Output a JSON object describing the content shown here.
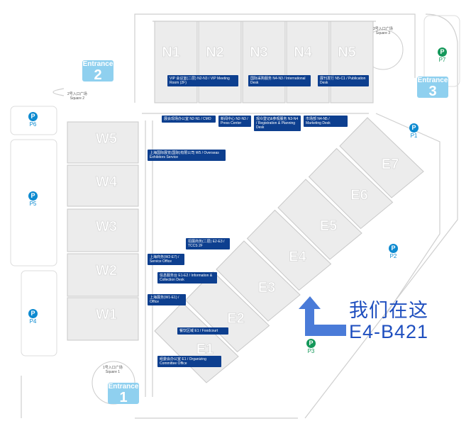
{
  "halls": {
    "north": [
      "N1",
      "N2",
      "N3",
      "N4",
      "N5"
    ],
    "west": [
      "W5",
      "W4",
      "W3",
      "W2",
      "W1"
    ],
    "east": [
      "E1",
      "E2",
      "E3",
      "E4",
      "E5",
      "E6",
      "E7"
    ]
  },
  "highlighted_hall": "E4",
  "entrances": [
    {
      "label": "Entrance",
      "number": "2"
    },
    {
      "label": "Entrance",
      "number": "3"
    },
    {
      "label": "Entrance",
      "number": "1"
    }
  ],
  "parking": [
    "P6",
    "P5",
    "P4",
    "P7",
    "P1",
    "P2",
    "P3"
  ],
  "squares": [
    {
      "cn": "2号入口广场",
      "en": "Square 2"
    },
    {
      "cn": "3号入口广场",
      "en": "Square 3"
    },
    {
      "cn": "1号入口广场",
      "en": "Square 1"
    }
  ],
  "callouts": {
    "vip": "VIP 会议室(二层) N2-N3 / VIP Meeting Room (2F)",
    "international": "国际采购服务 N4-N3 / International Desk",
    "publication": "展刊发行 N5-C1 / Publication Desk",
    "cmo": "展会现场办公室 N2-N1 / CMO",
    "press": "新闻中心 N2-N3 / Press Center",
    "registration": "观众登记&参观服务 N3-N4 / Registration & Planning Desk",
    "marketing": "市场部 N4-N5 / Marketing Desk",
    "w5": "上海国际展览(国际)有限公司 W5 / Overseas Exhibitors Service",
    "w2": "上海商务(W2-E7) / Service Office",
    "w1": "上海展务(W1-E1) / Office",
    "info": "信息服务台 E1-E2 / Information & Collection Desk",
    "e2e3": "招展商务(二层) E2-E3 / TCCS 2F",
    "e1a": "餐饮区域 E1 / Foodcourt",
    "e1b": "组委会办公室 E1 / Organizing Committee Office"
  },
  "you_are_here": {
    "text": "我们在这",
    "booth": "E4-B421",
    "color": "#1f4fbf"
  },
  "colors": {
    "callout": "#0d3f8f",
    "entrance": "#8fd0ef",
    "highlight": "#4a7bd8"
  }
}
